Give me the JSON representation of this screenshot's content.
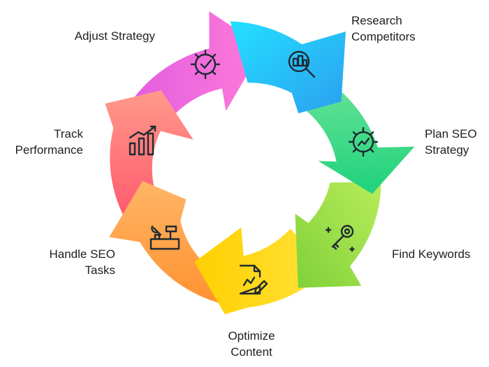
{
  "diagram": {
    "type": "cycle",
    "steps": [
      {
        "id": "research",
        "lines": [
          "Research",
          "Competitors"
        ],
        "color": "#2fb8f2",
        "icon": "magnifier-building-icon"
      },
      {
        "id": "plan",
        "lines": [
          "Plan SEO",
          "Strategy"
        ],
        "color": "#35d58c",
        "icon": "gear-chart-icon"
      },
      {
        "id": "keywords",
        "lines": [
          "Find Keywords"
        ],
        "color": "#8fd63f",
        "icon": "key-sparkle-icon"
      },
      {
        "id": "optimize",
        "lines": [
          "Optimize",
          "Content"
        ],
        "color": "#ffd21f",
        "icon": "document-pen-icon"
      },
      {
        "id": "handle",
        "lines": [
          "Handle SEO",
          "Tasks"
        ],
        "color": "#ff9a4a",
        "icon": "toolbox-icon"
      },
      {
        "id": "track",
        "lines": [
          "Track",
          "Performance"
        ],
        "color": "#ff6a6a",
        "icon": "bar-chart-icon"
      },
      {
        "id": "adjust",
        "lines": [
          "Adjust Strategy"
        ],
        "color": "#f25ad8",
        "icon": "gear-check-icon"
      }
    ]
  }
}
